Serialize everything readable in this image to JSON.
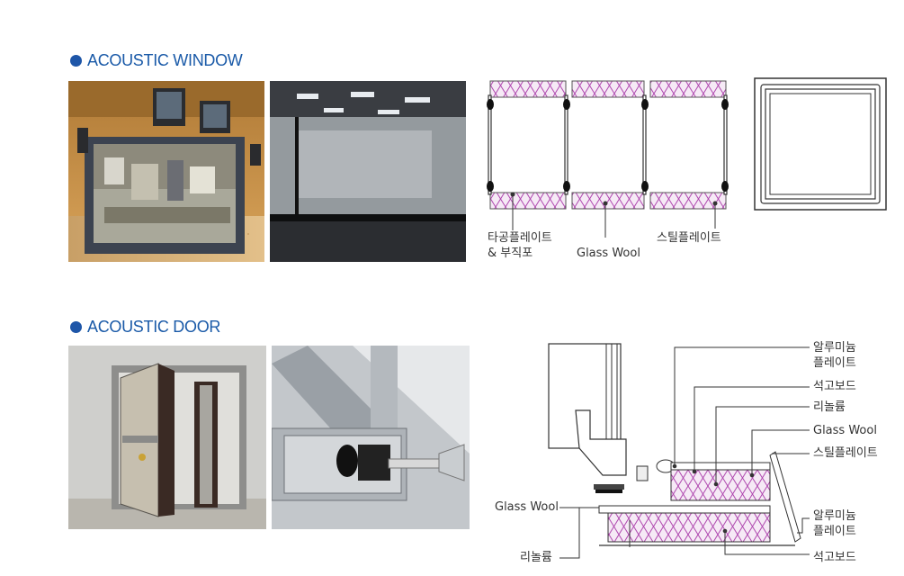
{
  "window_section": {
    "heading": "ACOUSTIC WINDOW",
    "diagram_labels": {
      "perforated_line1": "타공플레이트",
      "perforated_line2": "& 부직포",
      "glass_wool": "Glass Wool",
      "steel_plate": "스틸플레이트"
    }
  },
  "door_section": {
    "heading": "ACOUSTIC DOOR",
    "diagram_labels": {
      "aluminum_plate_top_1": "알루미늄",
      "aluminum_plate_top_2": "플레이트",
      "gypsum_board_top": "석고보드",
      "rinolium_top": "리놀륨",
      "glass_wool_right": "Glass Wool",
      "steel_plate": "스틸플레이트",
      "aluminum_plate_bottom_1": "알루미늄",
      "aluminum_plate_bottom_2": "플레이트",
      "gypsum_board_bottom": "석고보드",
      "glass_wool_left": "Glass Wool",
      "rinolium_bottom": "리놀륨"
    }
  }
}
